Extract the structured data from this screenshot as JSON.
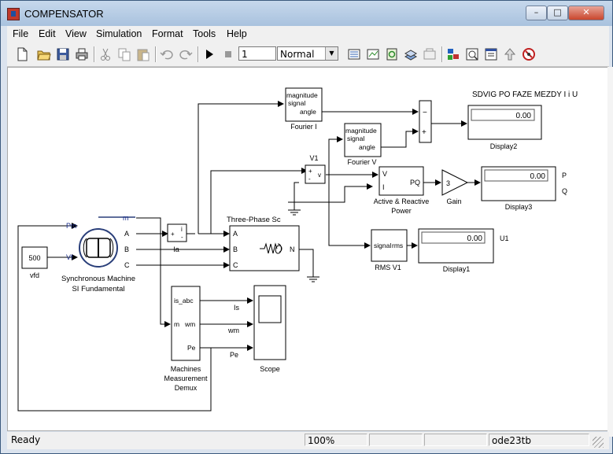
{
  "window": {
    "title": "COMPENSATOR",
    "min_symbol": "–",
    "max_symbol": "□",
    "close_symbol": "✕"
  },
  "menu": [
    "File",
    "Edit",
    "View",
    "Simulation",
    "Format",
    "Tools",
    "Help"
  ],
  "toolbar": {
    "stop_time": "1",
    "sim_mode": "Normal",
    "icons": [
      "new-icon",
      "open-icon",
      "save-icon",
      "print-icon",
      "cut-icon",
      "copy-icon",
      "paste-icon",
      "undo-icon",
      "redo-icon",
      "play-icon",
      "stop-icon",
      "build-icon",
      "update-icon",
      "library-icon",
      "explorer-icon",
      "debugger-icon",
      "model-explorer-icon",
      "go-parent-icon",
      "model-advisor-icon"
    ]
  },
  "diagram": {
    "annotation": "SDVIG PO FAZE MEZDY I i U",
    "fourier_i": {
      "title": "Fourier I",
      "ports": [
        "magnitude",
        "signal",
        "angle"
      ]
    },
    "fourier_v": {
      "title": "Fourier V",
      "ports": [
        "magnitude",
        "signal",
        "angle"
      ]
    },
    "sum": {
      "minus": "−",
      "plus": "+"
    },
    "display2": {
      "title": "Display2",
      "value": "0.00"
    },
    "display3": {
      "title": "Display3",
      "value": "0.00",
      "labels": [
        "P",
        "Q"
      ]
    },
    "display1": {
      "title": "Display1",
      "value": "0.00",
      "label": "U1"
    },
    "v1": {
      "title": "V1",
      "plus": "+",
      "minus": "-",
      "out": "v"
    },
    "pq": {
      "title_line1": "Active & Reactive",
      "title_line2": "Power",
      "in_v": "V",
      "in_i": "I",
      "out": "PQ"
    },
    "gain": {
      "title": "Gain",
      "value": "3"
    },
    "machine": {
      "title_line1": "Synchronous Machine",
      "title_line2": "SI Fundamental",
      "pm": "Pm",
      "vf": "Vf",
      "m": "m",
      "a": "A",
      "b": "B",
      "c": "C"
    },
    "const": {
      "value": "500",
      "title": "vfd"
    },
    "ia": {
      "title": "Ia",
      "plus": "+",
      "i": "i",
      "minus": "-"
    },
    "load": {
      "title": "Three-Phase Sc",
      "a": "A",
      "b": "B",
      "c": "C",
      "n": "N"
    },
    "rms": {
      "title": "RMS V1",
      "in": "signal",
      "out": "rms"
    },
    "demux": {
      "title_line1": "Machines",
      "title_line2": "Measurement",
      "title_line3": "Demux",
      "in": "m",
      "out1": "is_abc",
      "out2": "wm",
      "out3": "Pe"
    },
    "scope": {
      "title": "Scope"
    },
    "signals": {
      "is": "Is",
      "wm": "wm",
      "pe": "Pe"
    }
  },
  "status": {
    "ready": "Ready",
    "zoom": "100%",
    "solver": "ode23tb"
  }
}
